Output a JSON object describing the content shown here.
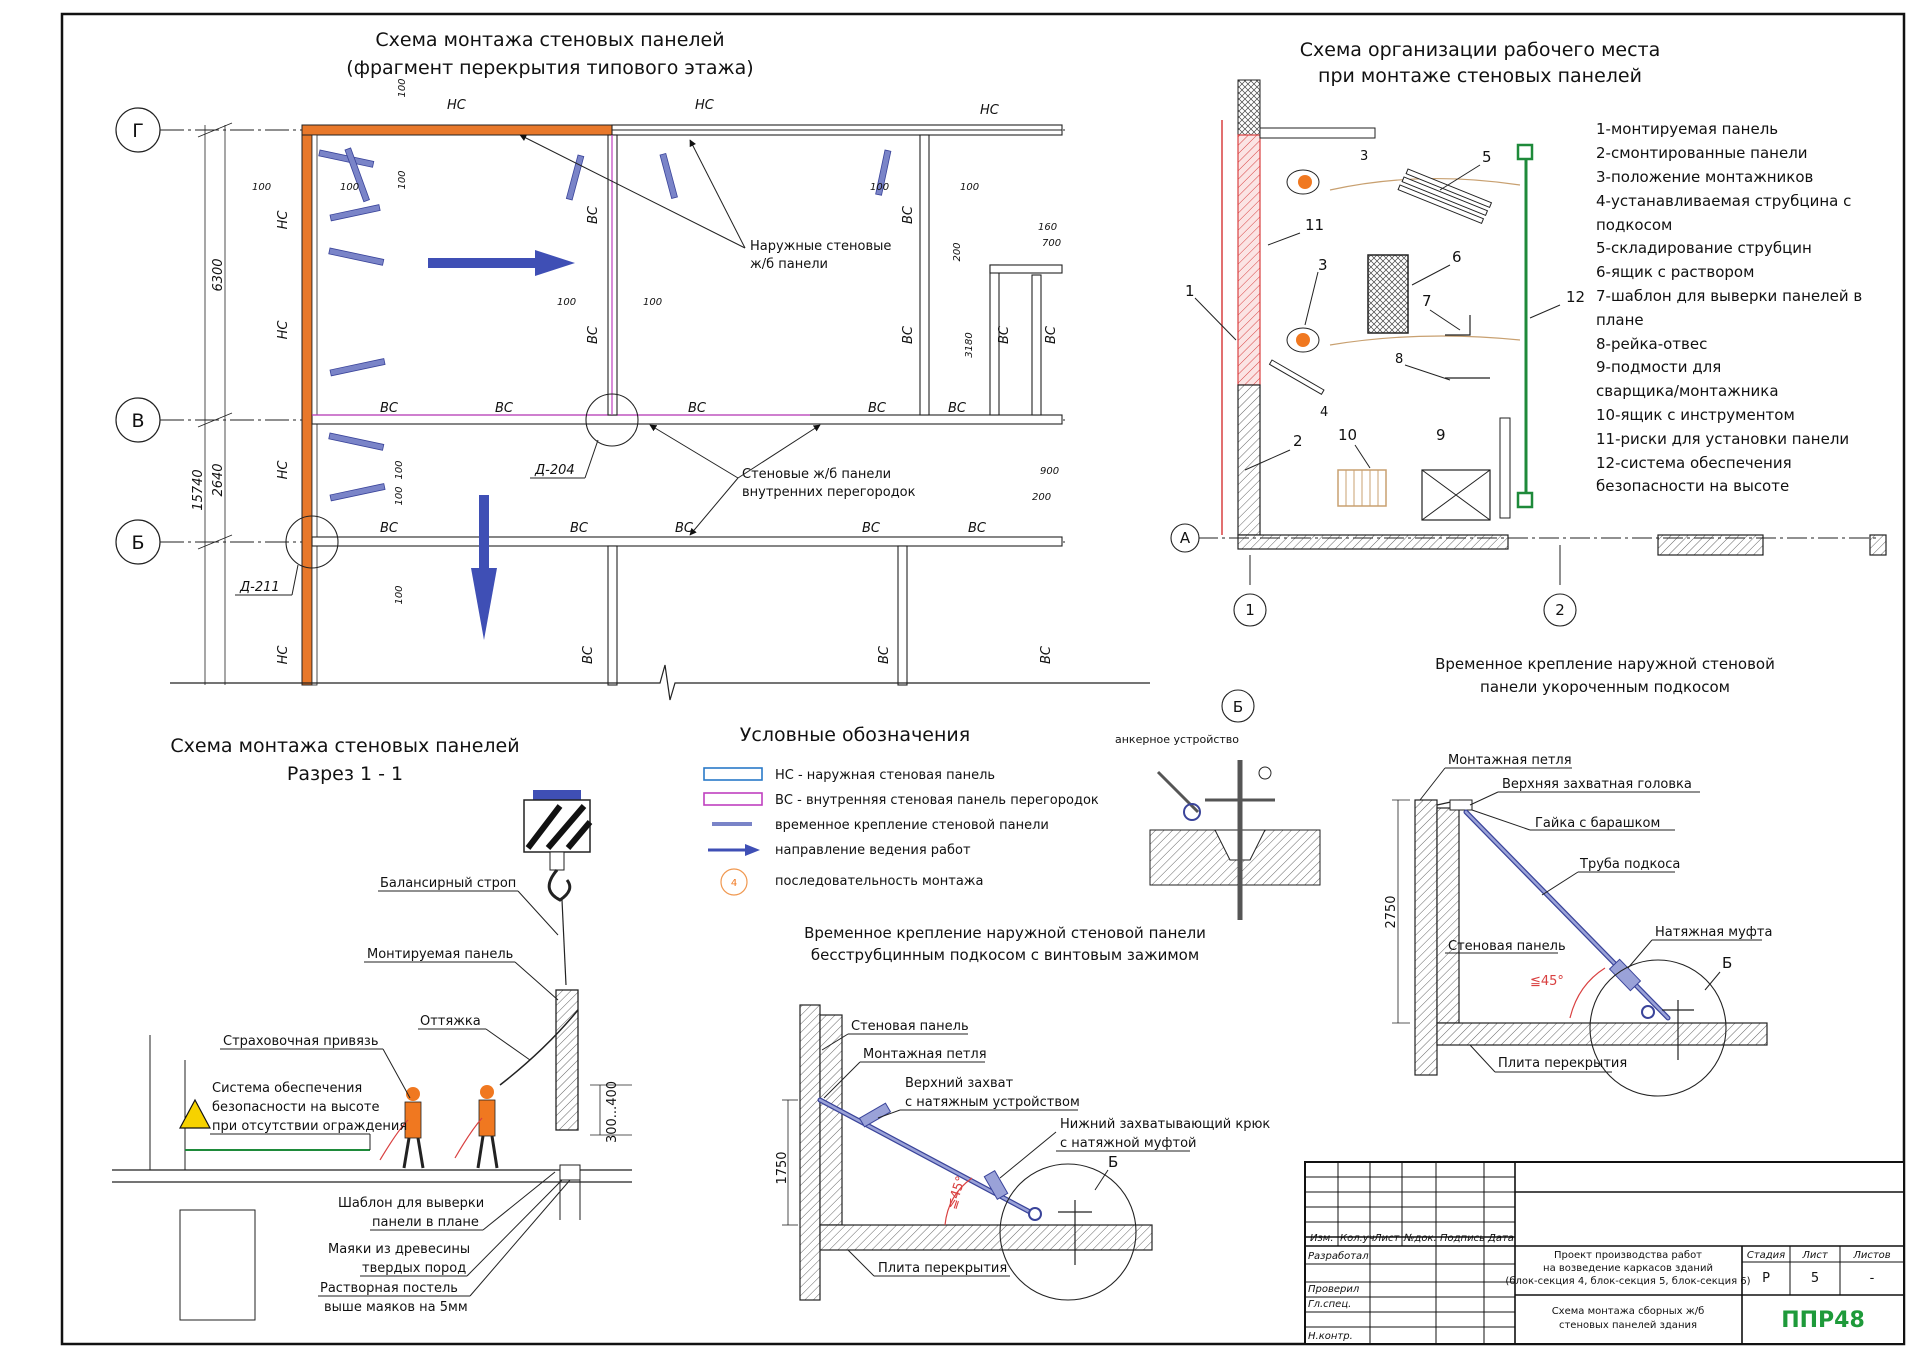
{
  "plan": {
    "title_1": "Схема монтажа стеновых панелей",
    "title_2": "(фрагмент перекрытия типового этажа)",
    "axes": {
      "g": "Г",
      "v": "В",
      "b": "Б"
    },
    "dims": {
      "d6300": "6300",
      "d15740": "15740",
      "d2640": "2640",
      "d3180": "3180",
      "d100": "100",
      "d200": "200",
      "d160": "160",
      "d700": "700",
      "d900": "900"
    },
    "ns": "НС",
    "vs": "ВС",
    "callout_outer_1": "Наружные стеновые",
    "callout_outer_2": "ж/б панели",
    "callout_inner_1": "Стеновые ж/б панели",
    "callout_inner_2": "внутренних перегородок",
    "node_d204": "Д-204",
    "node_d211": "Д-211"
  },
  "workplace": {
    "title_1": "Схема организации рабочего места",
    "title_2": "при монтаже стеновых панелей",
    "numbers": [
      "1",
      "2",
      "3",
      "3",
      "4",
      "5",
      "6",
      "7",
      "8",
      "9",
      "10",
      "11",
      "12"
    ],
    "axis_a": "А",
    "axis_1": "1",
    "axis_2": "2",
    "legend": [
      "1-монтируемая панель",
      "2-смонтированные панели",
      "3-положение монтажников",
      "4-устанавливаемая струбцина с",
      "подкосом",
      "5-складирование струбцин",
      "6-ящик с раствором",
      "7-шаблон для выверки панелей в",
      "плане",
      "8-рейка-отвес",
      "9-подмости для",
      "сварщика/монтажника",
      "10-ящик с инструментом",
      "11-риски для установки панели",
      "12-система обеспечения",
      "безопасности на высоте"
    ]
  },
  "short_brace": {
    "title_1": "Временное крепление наружной стеновой",
    "title_2": "панели укороченным подкосом",
    "labels": {
      "loop": "Монтажная петля",
      "head": "Верхняя захватная головка",
      "nut": "Гайка с барашком",
      "tube": "Труба подкоса",
      "coupling": "Натяжная муфта",
      "panel": "Стеновая панель",
      "slab": "Плита перекрытия",
      "node": "Б",
      "angle": "≦45°",
      "height": "2750"
    }
  },
  "anchor": {
    "node": "Б",
    "label": "анкерное устройство",
    "mark": "/"
  },
  "legend": {
    "title": "Условные обозначения",
    "items": [
      "НС - наружная стеновая панель",
      "ВС - внутренняя стеновая панель перегородок",
      "временное крепление стеновой панели",
      "направление ведения работ",
      "последовательность монтажа"
    ],
    "seq_num": "4"
  },
  "section": {
    "title_1": "Схема монтажа стеновых панелей",
    "title_2": "Разрез 1 - 1",
    "labels": {
      "balance": "Балансирный строп",
      "panel": "Монтируемая панель",
      "guy": "Оттяжка",
      "harness": "Страховочная привязь",
      "safety_1": "Система обеспечения",
      "safety_2": "безопасности на высоте",
      "safety_3": "при отсутствии ограждения",
      "template_1": "Шаблон для выверки",
      "template_2": "панели в плане",
      "beacons_1": "Маяки из древесины",
      "beacons_2": "твердых пород",
      "mortar_1": "Растворная постель",
      "mortar_2": "выше маяков на 5мм",
      "dim": "300...400"
    }
  },
  "screw_brace": {
    "title_1": "Временное крепление наружной стеновой панели",
    "title_2": "бесструбцинным подкосом с винтовым зажимом",
    "labels": {
      "panel": "Стеновая панель",
      "loop": "Монтажная петля",
      "upper_1": "Верхний захват",
      "upper_2": "с натяжным устройством",
      "lower_1": "Нижний захватывающий крюк",
      "lower_2": "с натяжной муфтой",
      "slab": "Плита перекрытия",
      "node": "Б",
      "angle": "≦45°",
      "height": "1750"
    }
  },
  "stamp": {
    "headers": [
      "Изм.",
      "Кол.уч",
      "Лист",
      "№док.",
      "Подпись",
      "Дата"
    ],
    "roles": [
      "Разработал",
      "Проверил",
      "Гл.спец.",
      "Н.контр."
    ],
    "project_1": "Проект производства работ",
    "project_2": "на возведение каркасов зданий",
    "project_3": "(блок-секция 4, блок-секция 5, блок-секция 6)",
    "col_stage": "Стадия",
    "col_sheet": "Лист",
    "col_sheets": "Листов",
    "stage": "Р",
    "sheet": "5",
    "sheets": "-",
    "drawing_1": "Схема монтажа сборных ж/б",
    "drawing_2": "стеновых панелей здания",
    "logo": "ППР48"
  },
  "colors": {
    "outer_panel": "#e8782a",
    "inner_panel": "#c040c0",
    "direction": "#3f4fb5",
    "brace": "#7a84c8",
    "safety": "#1e8a3a",
    "mounted_hatch": "#d94040",
    "worker": "#f07820",
    "logo": "#1e9a3a"
  }
}
